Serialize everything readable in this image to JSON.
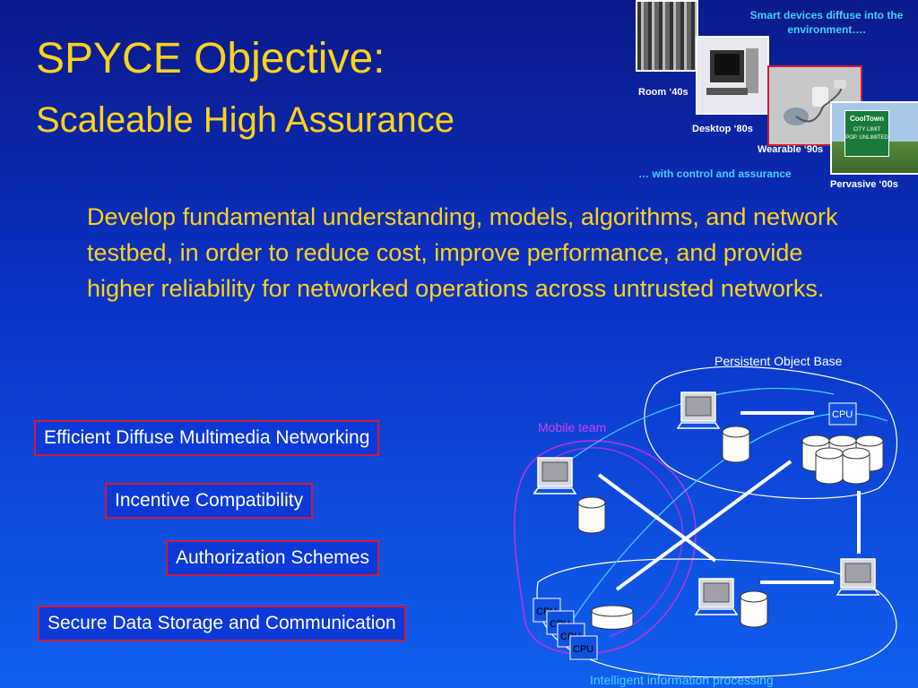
{
  "title": {
    "line1": "SPYCE Objective:",
    "line2": "Scaleable High Assurance"
  },
  "body_text": "Develop fundamental understanding, models, algorithms, and network testbed, in order to reduce cost, improve performance, and provide higher reliability for networked operations across untrusted networks.",
  "evolution": {
    "smart_note": "Smart devices diffuse into the environment….",
    "eras": [
      "Room ‘40s",
      "Desktop ‘80s",
      "Wearable ‘90s",
      "Pervasive ‘00s"
    ],
    "control_note": "… with control and assurance",
    "sign": {
      "brand": "CoolTown",
      "line1": "CITY LIMIT",
      "line2": "POP. UNLIMITED"
    }
  },
  "objectives": [
    "Efficient Diffuse Multimedia Networking",
    "Incentive Compatibility",
    "Authorization Schemes",
    "Secure Data Storage and Communication"
  ],
  "diagram": {
    "persistent_label": "Persistent Object Base",
    "mobile_label": "Mobile team",
    "intelligent_label": "Intelligent information processing",
    "cpu_label": "CPU"
  },
  "colors": {
    "title": "#ffd21a",
    "box_border": "#d01a3a",
    "note_cyan": "#45d0ff",
    "mobile_magenta": "#c030e0"
  }
}
